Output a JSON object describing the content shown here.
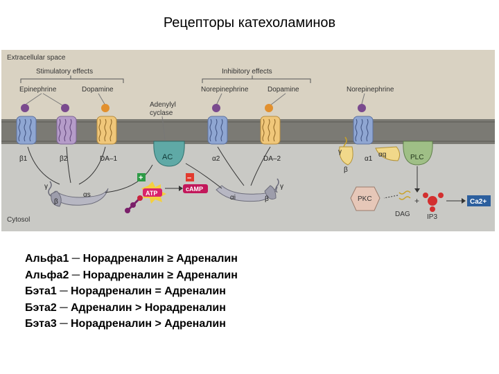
{
  "title": "Рецепторы катехоламинов",
  "figure": {
    "extracellular_label": "Extracellular space",
    "cytosol_label": "Cytosol",
    "stimulatory_label": "Stimulatory effects",
    "inhibitory_label": "Inhibitory effects",
    "ligands": [
      "Epinephrine",
      "Dopamine",
      "Norepinephrine",
      "Dopamine",
      "Norepinephrine"
    ],
    "receptors": [
      "β1",
      "β2",
      "DA–1",
      "α2",
      "DA–2",
      "α1"
    ],
    "adenylyl_cyclase": [
      "Adenylyl",
      "cyclase"
    ],
    "ac": "AC",
    "plc": "PLC",
    "pkc": "PKC",
    "atp": "ATP",
    "camp": "cAMP",
    "dag": "DAG",
    "ip3": "IP3",
    "ca": "Ca2+",
    "plus": "+",
    "minus": "–",
    "subunits": {
      "gamma": "γ",
      "beta": "β",
      "alpha_s": "αs",
      "alpha_i": "αi",
      "alpha_q": "αq"
    },
    "colors": {
      "extracellular": "#d9d2c2",
      "membrane": "#7b7a74",
      "cytosol": "#c9c9c5",
      "beta_receptor": "#8fa6d2",
      "beta2_receptor": "#b59cc9",
      "dopamine_receptor": "#f0c77a",
      "ac": "#5fa9a6",
      "atp": "#d9226a",
      "camp": "#c2185b",
      "plus": "#2e9b47",
      "minus": "#e23a2e",
      "ca": "#2c5f9e",
      "ip3": "#d32f2f",
      "ligand_purple": "#7a4a8e",
      "ligand_orange": "#e2902e"
    }
  },
  "list": [
    "Альфа1 ─ Норадреналин ≥ Адреналин",
    "Альфа2 ─ Норадреналин ≥ Адреналин",
    "Бэта1 ─ Норадреналин = Адреналин",
    "Бэта2 ─ Адреналин > Норадреналин",
    "Бэта3 ─ Норадреналин > Адреналин"
  ]
}
